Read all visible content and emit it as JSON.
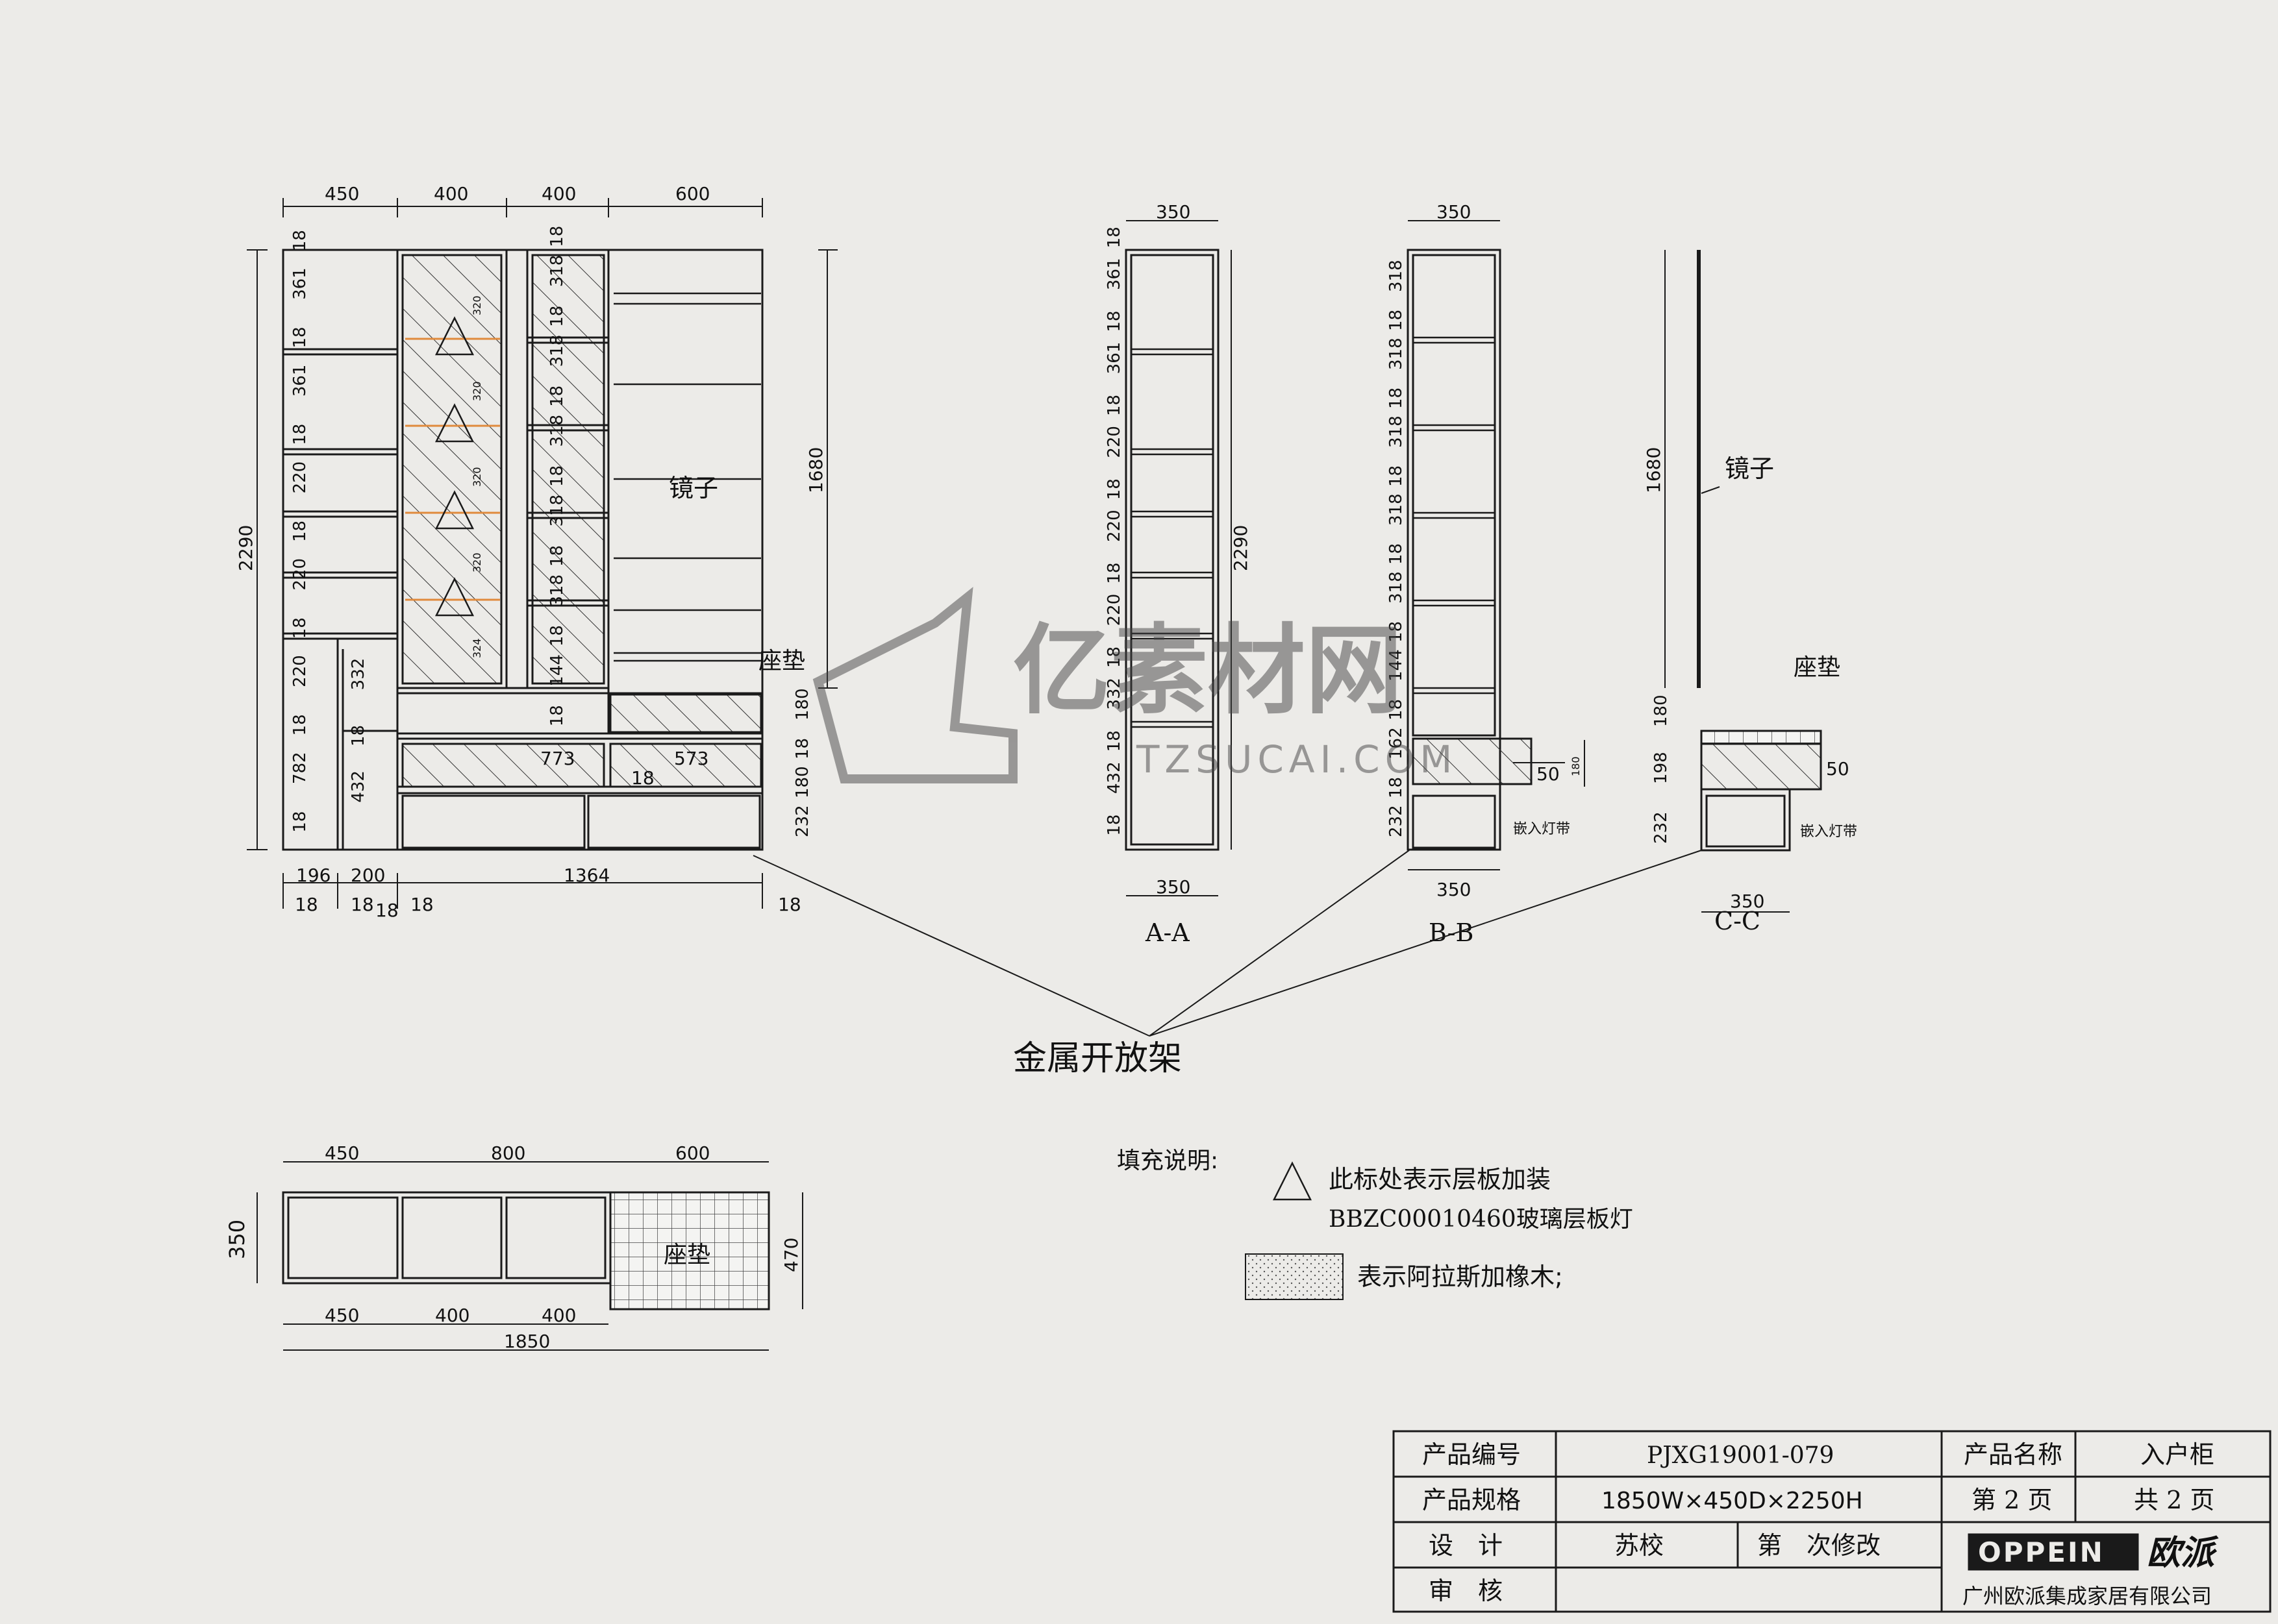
{
  "front_view": {
    "top_widths": [
      "450",
      "400",
      "400",
      "600"
    ],
    "bottom_widths": [
      "196",
      "200",
      "1364"
    ],
    "bottom_thickness": [
      "18",
      "18",
      "18",
      "18",
      "18"
    ],
    "total_height": "2290",
    "mirror_height": "1680",
    "col1_dims": [
      "18",
      "361",
      "18",
      "361",
      "18",
      "220",
      "18",
      "220",
      "18",
      "220",
      "18",
      "782",
      "18"
    ],
    "col2_dims": [
      "332",
      "18",
      "432"
    ],
    "col3_dims": [
      "18",
      "318",
      "18",
      "318",
      "18",
      "318",
      "18",
      "318",
      "18",
      "318",
      "18",
      "144",
      "18"
    ],
    "glass_spacing": [
      "320",
      "320",
      "320",
      "320",
      "324"
    ],
    "drawer_widths": [
      "773",
      "573"
    ],
    "drawer_gap": "18",
    "right_stack": [
      "180",
      "18",
      "180",
      "232"
    ],
    "mirror_label": "镜子",
    "cushion_label": "座垫"
  },
  "sections": {
    "aa": {
      "label": "A-A",
      "width": "350",
      "height": "2290",
      "dims": [
        "18",
        "361",
        "18",
        "361",
        "18",
        "220",
        "18",
        "220",
        "18",
        "220",
        "18",
        "332",
        "18",
        "432",
        "18"
      ]
    },
    "bb": {
      "label": "B-B",
      "width": "350",
      "dims": [
        "318",
        "18",
        "318",
        "18",
        "318",
        "18",
        "318",
        "18",
        "318",
        "18",
        "144",
        "18",
        "162",
        "18",
        "232"
      ],
      "light_gap": "50",
      "light_height": "180",
      "light_label": "嵌入灯带"
    },
    "cc": {
      "label": "C-C",
      "width": "350",
      "mirror_height": "1680",
      "dims": [
        "180",
        "198",
        "232"
      ],
      "light_gap": "50",
      "mirror_label": "镜子",
      "cushion_label": "座垫",
      "light_label": "嵌入灯带"
    }
  },
  "callout": "金属开放架",
  "plan_view": {
    "top_widths": [
      "450",
      "800",
      "600"
    ],
    "bottom_widths": [
      "450",
      "400",
      "400"
    ],
    "total_width": "1850",
    "depth_left": "350",
    "depth_right": "470",
    "cushion_label": "座垫"
  },
  "legend": {
    "title": "填充说明:",
    "item1_line1": "此标处表示层板加装",
    "item1_line2": "BBZC00010460玻璃层板灯",
    "item2": "表示阿拉斯加橡木;"
  },
  "watermark": {
    "text": "TZSUCAI.COM",
    "cn": "亿素材网"
  },
  "title_block": {
    "product_code_label": "产品编号",
    "product_code": "PJXG19001-079",
    "product_name_label": "产品名称",
    "product_name": "入户柜",
    "spec_label": "产品规格",
    "spec": "1850W×450D×2250H",
    "page": "第 2 页",
    "total_pages": "共 2 页",
    "design_label": "设　计",
    "designer": "苏校",
    "revision": "第　次修改",
    "review_label": "审　核",
    "brand": "OPPEIN",
    "brand_cn": "欧派",
    "company": "广州欧派集成家居有限公司"
  },
  "colors": {
    "line": "#1a1a1a",
    "paper": "#ecebe8",
    "shelf_light": "#e08a3c"
  }
}
